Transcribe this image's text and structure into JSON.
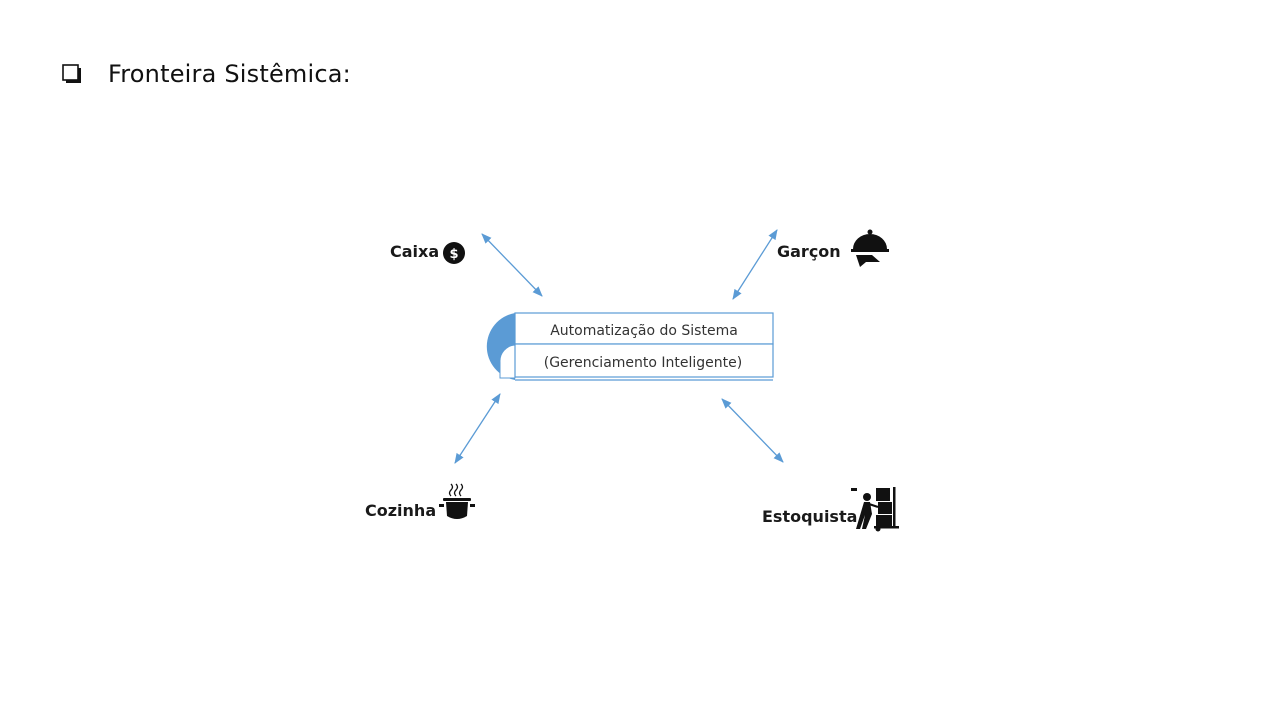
{
  "heading": {
    "title": "Fronteira Sistêmica:",
    "bullet_icon": "hollow-square-bullet"
  },
  "system": {
    "line1": "Automatização do Sistema",
    "line2": "(Gerenciamento Inteligente)",
    "accent_color": "#5B9BD5"
  },
  "actors": {
    "caixa": {
      "label": "Caixa",
      "icon": "dollar-coin-icon"
    },
    "garcon": {
      "label": "Garçon",
      "icon": "serving-cloche-icon"
    },
    "cozinha": {
      "label": "Cozinha",
      "icon": "cooking-pot-icon"
    },
    "estoquista": {
      "label": "Estoquista",
      "icon": "hand-truck-worker-icon"
    }
  },
  "colors": {
    "arrow": "#5B9BD5",
    "text": "#1a1a1a"
  }
}
